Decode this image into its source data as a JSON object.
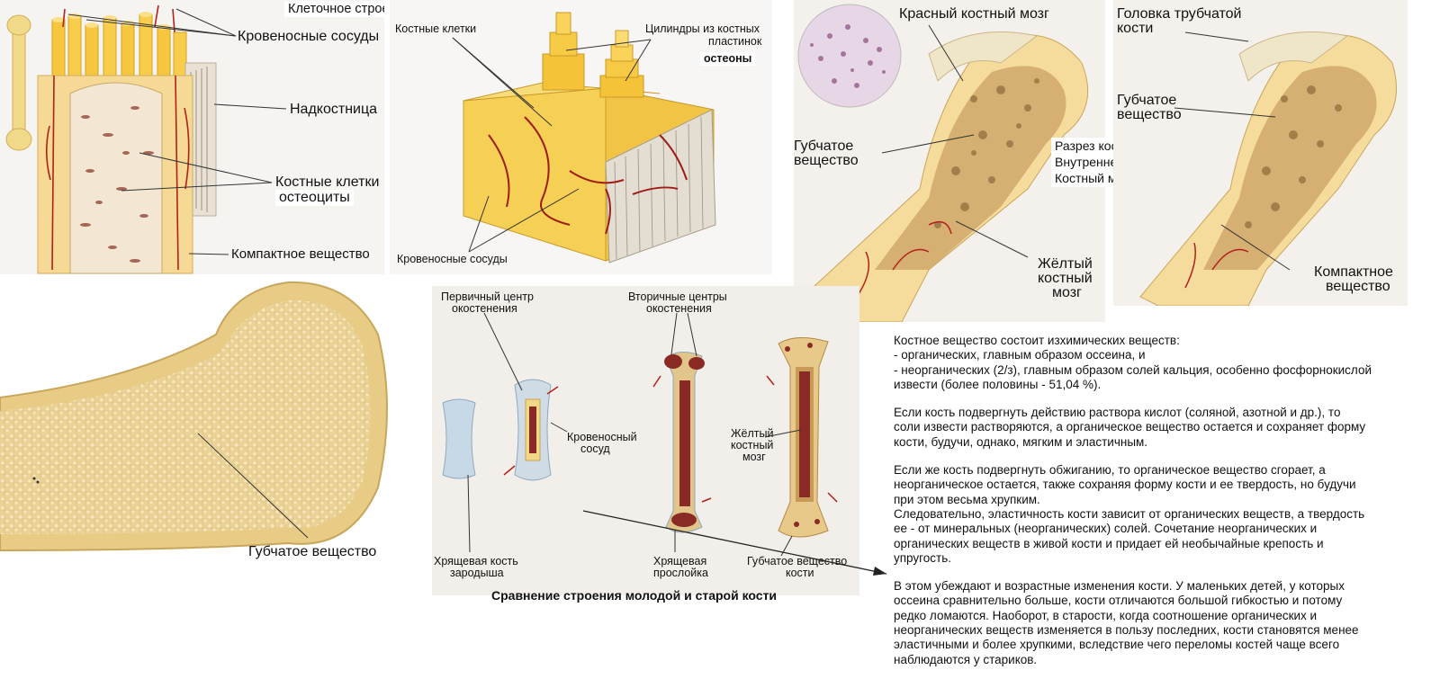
{
  "panel1": {
    "title": "Клеточное строение кости",
    "blood_vessels": "Кровеносные сосуды",
    "periosteum": "Надкостница",
    "bone_cells": "Костные клетки",
    "osteocytes": "остеоциты",
    "compact": "Компактное вещество"
  },
  "panel2": {
    "bone_cells": "Костные клетки",
    "cylinders_1": "Цилиндры из костных",
    "cylinders_2": "пластинок",
    "osteons": "остеоны",
    "blood_vessels": "Кровеносные сосуды"
  },
  "panel3": {
    "red_marrow": "Красный костный мозг",
    "spongy_1": "Губчатое",
    "spongy_2": "вещество",
    "caption_1": "Разрез кости.",
    "caption_2": "Внутреннее строение.",
    "caption_3": "Костный мозг",
    "yellow_1": "Жёлтый",
    "yellow_2": "костный",
    "yellow_3": "мозг"
  },
  "panel4": {
    "head_1": "Головка трубчатой",
    "head_2": "кости",
    "spongy_1": "Губчатое",
    "spongy_2": "вещество",
    "compact_1": "Компактное",
    "compact_2": "вещество"
  },
  "panel5": {
    "spongy": "Губчатое вещество"
  },
  "panel6": {
    "primary_1": "Первичный центр",
    "primary_2": "окостенения",
    "secondary_1": "Вторичные центры",
    "secondary_2": "окостенения",
    "vessel_1": "Кровеносный",
    "vessel_2": "сосуд",
    "yellow_1": "Жёлтый",
    "yellow_2": "костный",
    "yellow_3": "мозг",
    "cart_1": "Хрящевая кость",
    "cart_2": "зародыша",
    "layer_1": "Хрящевая",
    "layer_2": "прослойка",
    "spongy_1": "Губчатое вещество",
    "spongy_2": "кости",
    "caption": "Сравнение строения молодой и старой кости"
  },
  "text": {
    "p1": "Костное вещество состоит изхимических веществ:\n- органических, главным образом оссеина, и\n- неорганических (2/з), главным образом солей кальция, особенно фосфорнокислой\nизвести (более половины - 51,04 %).",
    "p2": "Если кость подвергнуть действию раствора кислот (соляной, азотной и др.), то\nсоли извести растворяются, а органическое вещество остается и сохраняет форму\nкости, будучи, однако, мягким и эластичным.",
    "p3": "Если же кость подвергнуть обжиганию, то органическое вещество сгорает, а\nнеорганическое остается, также сохраняя форму кости и ее твердость, но будучи\nпри этом весьма хрупким.\nСледовательно, эластичность кости зависит от органических веществ, а твердость\nее - от минеральных (неорганических) солей. Сочетание неорганических и\nорганических веществ в живой кости и придает ей необычайные крепость и\nупругость.",
    "p4": "В этом убеждают и возрастные изменения кости. У маленьких детей, у которых\nоссеина сравнительно больше, кости отличаются большой гибкостью и потому\nредко ломаются. Наоборот, в старости, когда соотношение органических и\nнеорганических веществ изменяется в пользу последних, кости становятся менее\nэластичными и более хрупкими, вследствие чего переломы костей чаще всего\nнаблюдаются у стариков."
  },
  "colors": {
    "bone": "#f3dc9a",
    "bone_dark": "#d9b35e",
    "vessel": "#b3201c",
    "cylinder": "#f5c542",
    "marrow_red": "#8a2a24",
    "cartilage": "#c7d9e6",
    "panel_bg": "#f4f2ef"
  }
}
